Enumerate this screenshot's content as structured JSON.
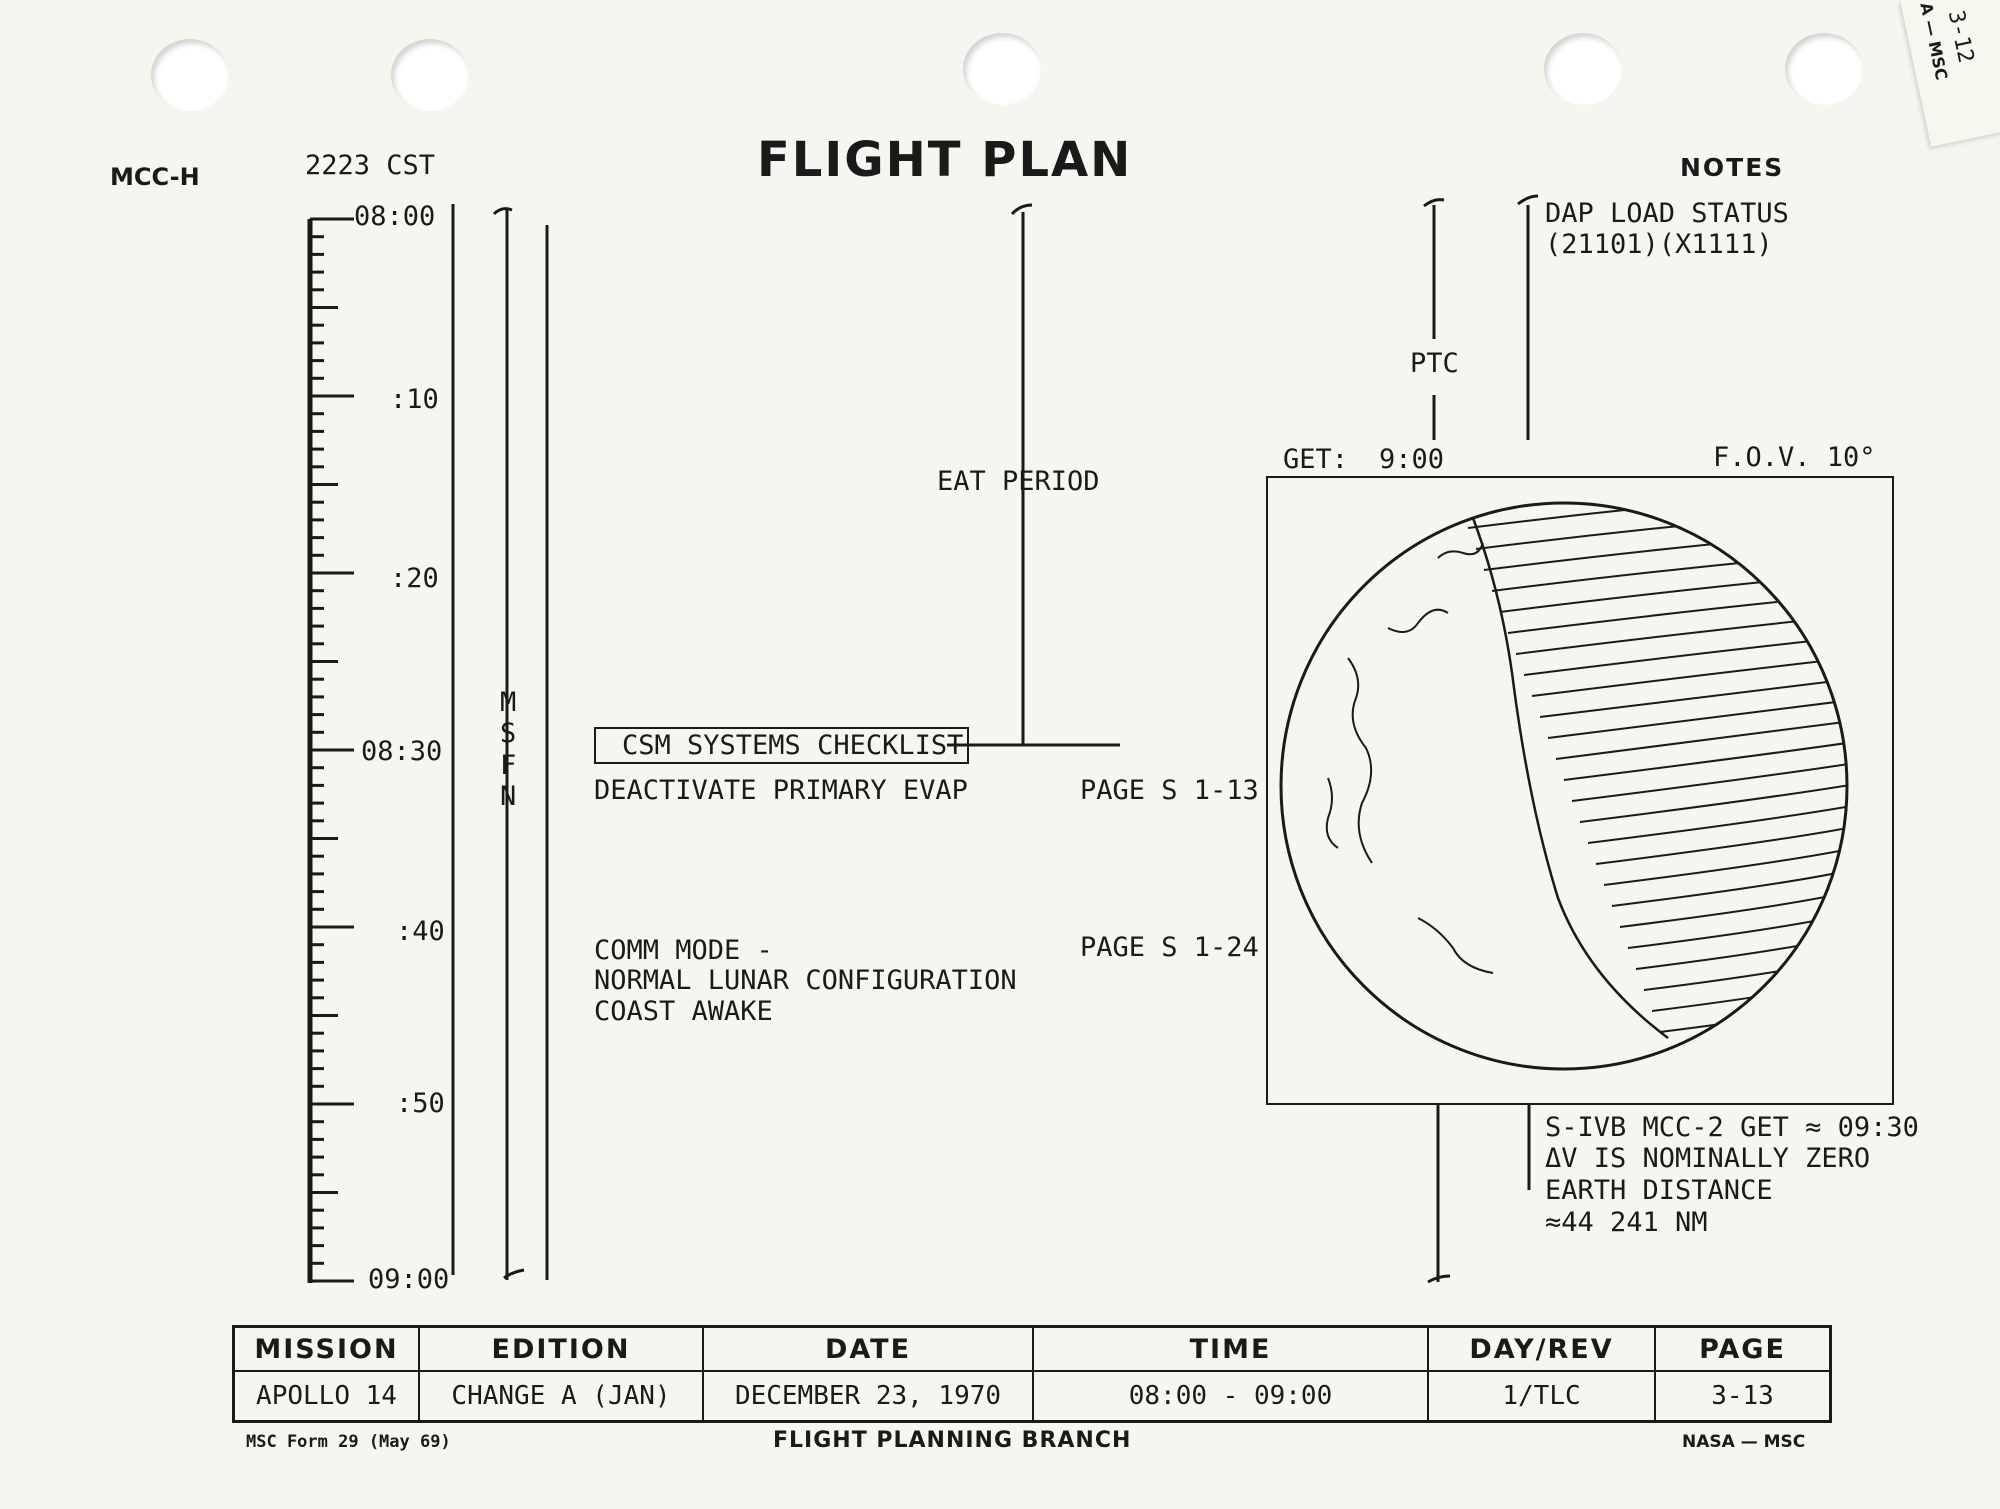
{
  "header": {
    "station": "MCC-H",
    "time_cst": "2223 CST",
    "title": "FLIGHT PLAN",
    "notes_heading": "NOTES"
  },
  "timeline": {
    "tick_labels": [
      "08:00",
      ":10",
      ":20",
      "08:30",
      ":40",
      ":50",
      "09:00"
    ],
    "msfn_letters": [
      "M",
      "S",
      "F",
      "N"
    ]
  },
  "activities": {
    "eat_period": "EAT PERIOD",
    "ptc": "PTC",
    "checklist_box": "CSM SYSTEMS CHECKLIST",
    "deactivate": "DEACTIVATE PRIMARY EVAP",
    "deactivate_page": "PAGE S 1-13",
    "comm_mode": [
      "COMM MODE -",
      "NORMAL LUNAR CONFIGURATION",
      "COAST AWAKE"
    ],
    "comm_page": "PAGE S 1-24"
  },
  "globe": {
    "get_label": "GET:",
    "get_value": "9:00",
    "fov": "F.O.V. 10°"
  },
  "notes": {
    "dap_load": [
      "DAP LOAD STATUS",
      "(21101)(X1111)"
    ],
    "sivb": [
      "S-IVB MCC-2 GET ≈ 09:30",
      "ΔV IS NOMINALLY ZERO",
      "EARTH DISTANCE",
      "≈44 241 NM"
    ]
  },
  "footer_table": {
    "headers": [
      "MISSION",
      "EDITION",
      "DATE",
      "TIME",
      "DAY/REV",
      "PAGE"
    ],
    "values": [
      "APOLLO 14",
      "CHANGE A (JAN)",
      "DECEMBER 23, 1970",
      "08:00 - 09:00",
      "1/TLC",
      "3-13"
    ]
  },
  "footer": {
    "form": "MSC Form 29 (May 69)",
    "branch": "FLIGHT PLANNING BRANCH",
    "org": "NASA — MSC"
  },
  "corner_tag": {
    "page": "3-12",
    "org": "A — MSC"
  }
}
